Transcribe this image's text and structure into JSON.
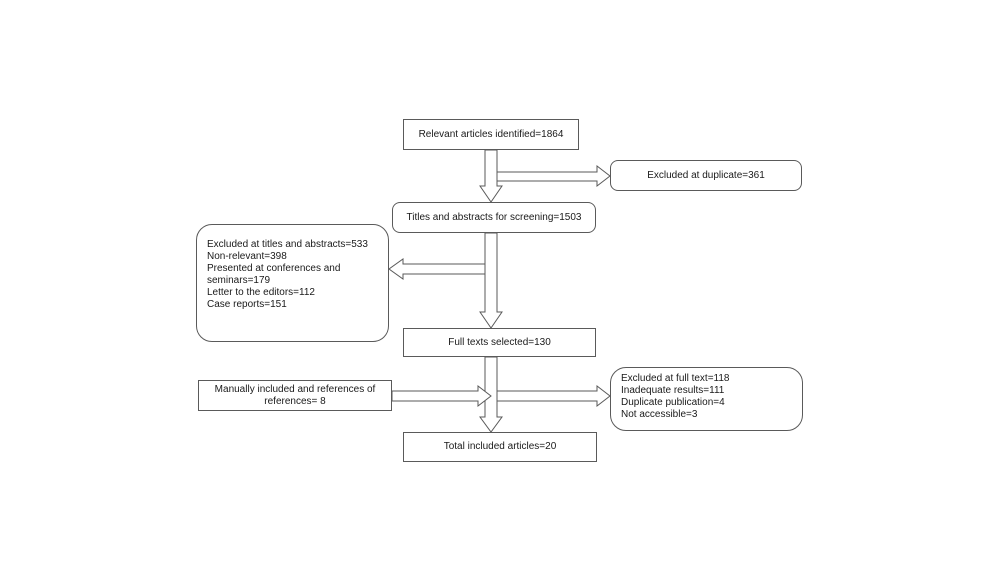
{
  "flow": {
    "identified": "Relevant articles identified=1864",
    "duplicate": "Excluded at duplicate=361",
    "screening": "Titles and abstracts for screening=1503",
    "excluded_titles": [
      "Excluded at titles and abstracts=533",
      "Non-relevant=398",
      "Presented at conferences and",
      "seminars=179",
      "Letter to the editors=112",
      "Case reports=151"
    ],
    "full_texts": "Full texts selected=130",
    "manual": "Manually included and references of references= 8",
    "excluded_full": [
      "Excluded at full text=118",
      "Inadequate results=111",
      "Duplicate publication=4",
      "Not accessible=3"
    ],
    "total": "Total included articles=20"
  },
  "style": {
    "line_color": "#5a5a5a"
  }
}
